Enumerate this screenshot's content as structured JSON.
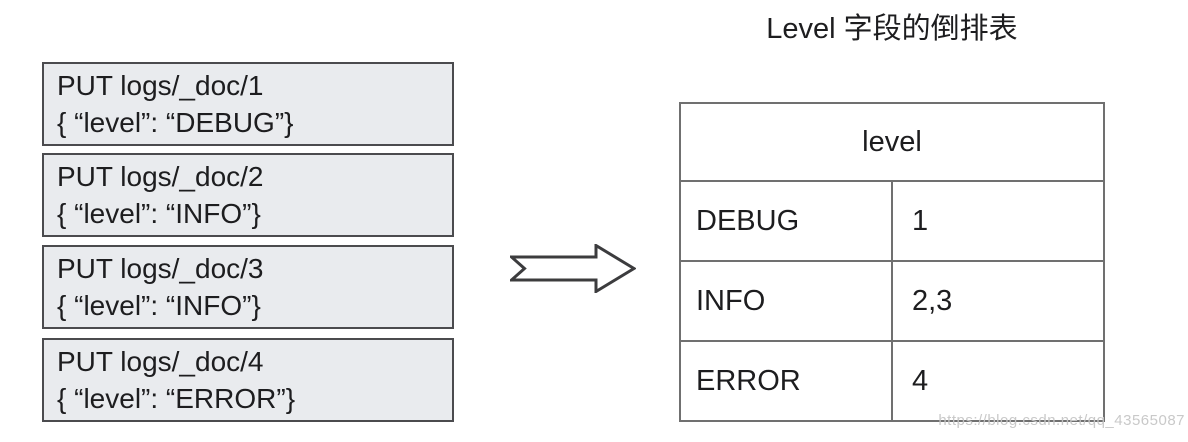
{
  "title": "Level 字段的倒排表",
  "documents": [
    {
      "command": "PUT logs/_doc/1",
      "body": "{ “level”: “DEBUG”}"
    },
    {
      "command": "PUT logs/_doc/2",
      "body": "{ “level”: “INFO”}"
    },
    {
      "command": "PUT logs/_doc/3",
      "body": "{ “level”: “INFO”}"
    },
    {
      "command": "PUT logs/_doc/4",
      "body": "{ “level”: “ERROR”}"
    }
  ],
  "inverted_index": {
    "header": "level",
    "rows": [
      {
        "term": "DEBUG",
        "doc_ids": "1"
      },
      {
        "term": "INFO",
        "doc_ids": "2,3"
      },
      {
        "term": "ERROR",
        "doc_ids": "4"
      }
    ]
  },
  "watermark": "https://blog.csdn.net/qq_43565087",
  "colors": {
    "background": "#ffffff",
    "box_fill": "#e9ebee",
    "box_border": "#4b4b4e",
    "table_border": "#707070",
    "text": "#1d1d1f",
    "watermark": "#c6c6c6"
  }
}
